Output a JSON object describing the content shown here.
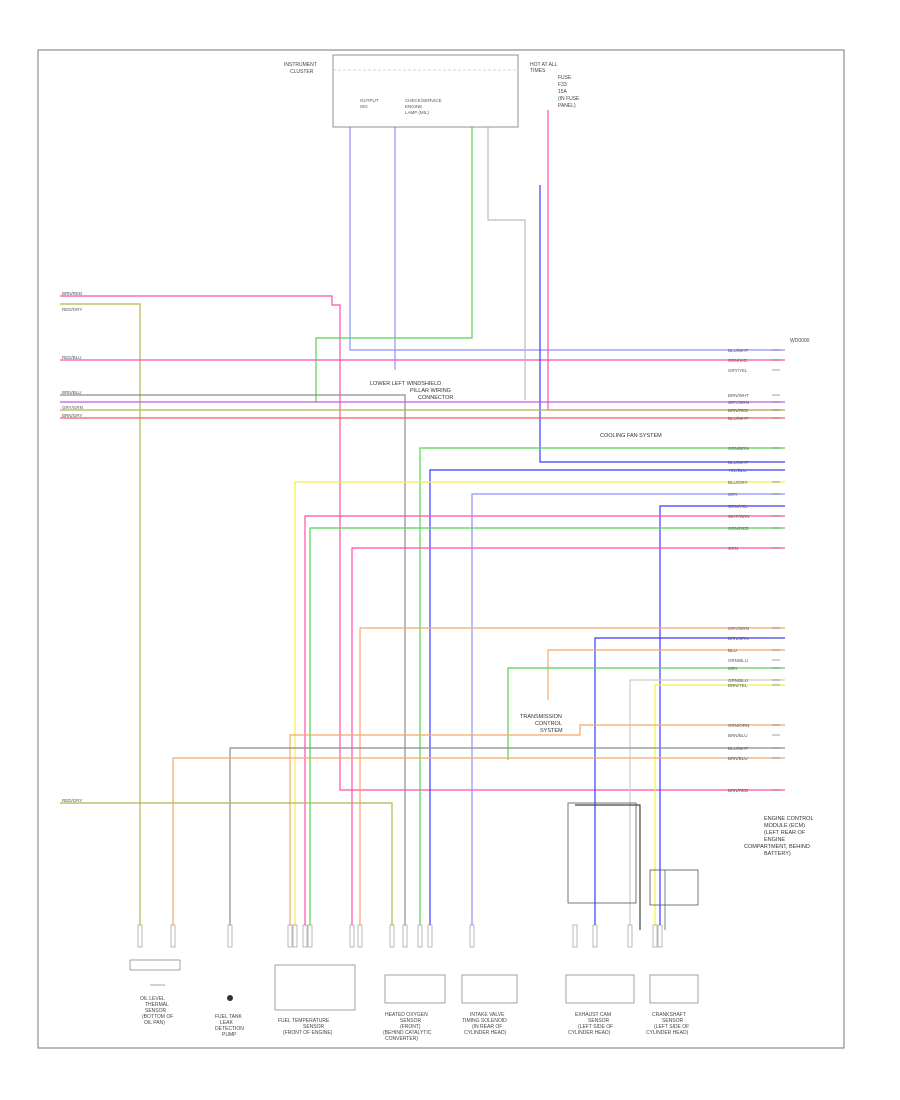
{
  "instrument_cluster": {
    "lines": [
      "INSTRUMENT",
      "CLUSTER"
    ],
    "inner": [
      "OUTPUT",
      "SIG",
      "CHECK/SERVICE",
      "ENGINE",
      "LAMP (MIL)"
    ]
  },
  "hot_at_all_times": {
    "lines": [
      "HOT AT ALL",
      "TIMES",
      "FUSE",
      "F33",
      "15A",
      "(IN FUSE",
      "PANEL)"
    ]
  },
  "page_code": "WD0000",
  "junctions": {
    "lower_left_windshield": [
      "LOWER LEFT WINDSHIELD",
      "PILLAR WIRING",
      "CONNECTOR"
    ],
    "cooling_fan": "COOLING FAN SYSTEM",
    "transmission_control_system": [
      "TRANSMISSION",
      "CONTROL",
      "SYSTEM"
    ],
    "engine_control_module": [
      "ENGINE CONTROL",
      "MODULE (ECM)",
      "(LEFT REAR OF",
      "ENGINE",
      "COMPARTMENT, BEHIND",
      "BATTERY)"
    ]
  },
  "components": [
    {
      "id": "oil_level",
      "label": [
        "OIL LEVEL",
        "THERMAL",
        "SENSOR",
        "(BOTTOM OF",
        "OIL PAN)"
      ]
    },
    {
      "id": "fuel_tank",
      "label": [
        "FUEL TANK",
        "LEAK",
        "DETECTION",
        "PUMP"
      ]
    },
    {
      "id": "fuel_temp",
      "label": [
        "FUEL TEMPERATURE",
        "SENSOR",
        "(FRONT OF ENGINE)"
      ]
    },
    {
      "id": "oxygen_front",
      "label": [
        "HEATED OXYGEN",
        "SENSOR",
        "(FRONT)",
        "(BEHIND CATALYTIC",
        "CONVERTER)"
      ]
    },
    {
      "id": "intake_valve",
      "label": [
        "INTAKE VALVE",
        "TIMING SOLENOID",
        "(IN REAR OF",
        "CYLINDER HEAD)"
      ]
    },
    {
      "id": "exhaust_cam",
      "label": [
        "EXHAUST CAM",
        "SENSOR",
        "(LEFT SIDE OF",
        "CYLINDER HEAD)"
      ]
    },
    {
      "id": "crankshaft",
      "label": [
        "CRANKSHAFT",
        "SENSOR",
        "(LEFT SIDE OF",
        "CYLINDER HEAD)"
      ]
    }
  ],
  "left_wire_labels": [
    "BRN/RED",
    "RED/GRY",
    "RED/BLU",
    "BRN/BLU",
    "GRY/GRN",
    "BRN/GRY",
    "RED/GRY"
  ],
  "right_wire_labels": [
    "BLU/WHT",
    "GRN/VIO",
    "GRY/YEL",
    "BRN/WHT",
    "GRY/GRN",
    "BRN/RED",
    "BLU/WHT",
    "GRN/BRN",
    "BLU/WHT",
    "YEL/BLU",
    "BLU/GRY",
    "GRY",
    "GRN/YEL",
    "WHT/GRN",
    "GRN/RED",
    "GRN",
    "GRY/GRN",
    "BRN/GRN",
    "BLU",
    "ORN/BLU",
    "GRY",
    "GRN/BLU",
    "BRN/YEL",
    "GRN/ORN",
    "BRN/BLU",
    "BLU/WHT",
    "BRN/BLU",
    "BRN/RED"
  ],
  "colors": {
    "pink": "#ff4fa8",
    "blue": "#3b3bff",
    "lightblue": "#8f8fff",
    "green": "#56d356",
    "yellow": "#f0f04a",
    "olive": "#b4b44a",
    "orange": "#f4a86a",
    "gray": "#8c8c8c",
    "violet": "#c05ad0",
    "black": "#222222",
    "brown": "#a46e3a",
    "red": "#ee5a5a"
  }
}
